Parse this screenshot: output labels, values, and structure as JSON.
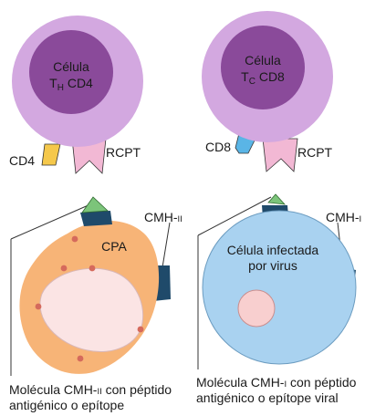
{
  "colors": {
    "tcell_outer": "#d3a8e0",
    "tcell_inner": "#8a4a9a",
    "cd4": "#f5c84b",
    "cd8": "#5ab5e6",
    "rcpt": "#f2b8d4",
    "cpa_body": "#f7b477",
    "cpa_inner": "#fbe4e4",
    "cpa_dots": "#d56a5c",
    "infected_body": "#a9d2f0",
    "infected_nucleus": "#f8cfcf",
    "mhc": "#1f4a6a",
    "peptide": "#7cc47a"
  },
  "th_cell": {
    "line1": "Célula",
    "prefix": "T",
    "sub": "H",
    "suffix": " CD4",
    "coreceptor": "CD4",
    "receptor": "RCPT"
  },
  "tc_cell": {
    "line1": "Célula",
    "prefix": "T",
    "sub": "C",
    "suffix": " CD8",
    "coreceptor": "CD8",
    "receptor": "RCPT"
  },
  "apc": {
    "label": "CPA",
    "mhc_label": "CMH-",
    "mhc_roman": "II",
    "caption_line1_pre": "Molécula CMH-",
    "caption_line1_roman": "II",
    "caption_line1_post": " con péptido",
    "caption_line2": "antigénico o epítope"
  },
  "infected": {
    "label_line1": "Célula infectada",
    "label_line2": "por virus",
    "mhc_label": "CMH-",
    "mhc_roman": "I",
    "caption_line1_pre": "Molécula CMH-",
    "caption_line1_roman": "I",
    "caption_line1_post": " con péptido",
    "caption_line2": "antigénico o epítope viral"
  }
}
